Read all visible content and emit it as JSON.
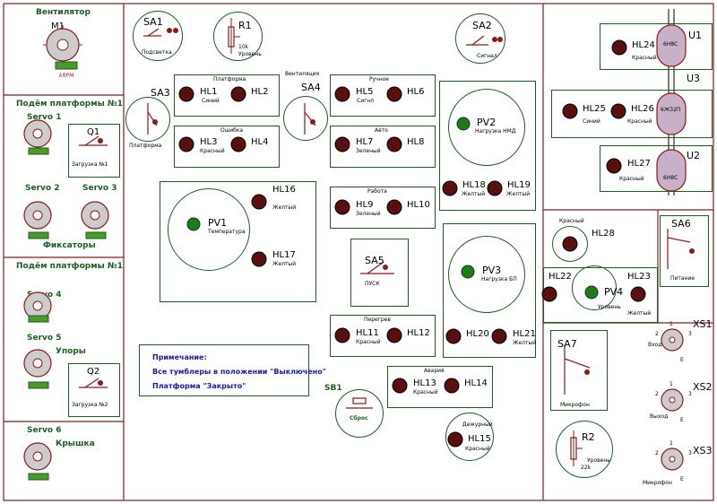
{
  "sections": {
    "fan": {
      "title": "Вентилятор",
      "motor": "M1",
      "motor_unit": "kRPM"
    },
    "platform1": {
      "title": "Подём платформы №1",
      "servo1": "Servo 1",
      "servo2": "Servo 2",
      "servo3": "Servo 3",
      "fixators": "Фиксаторы"
    },
    "platform2": {
      "title": "Подём платформы №1",
      "servo4": "Servo 4",
      "servo5": "Servo 5",
      "stops": "Упоры"
    },
    "lid": {
      "title": "Servo 6",
      "label": "Крышка"
    }
  },
  "switches": {
    "Q1": {
      "ref": "Q1",
      "label": "Загрузка №1"
    },
    "Q2": {
      "ref": "Q2",
      "label": "Загрузка №2"
    },
    "SA1": {
      "ref": "SA1",
      "label": "Подсветка"
    },
    "SA2": {
      "ref": "SA2",
      "label": "Сигнал"
    },
    "SA3": {
      "ref": "SA3",
      "label": "Платформа"
    },
    "SA4": {
      "ref": "SA4",
      "label": "Вентиляция"
    },
    "SA5": {
      "ref": "SA5",
      "label": "ПУСК"
    },
    "SA6": {
      "ref": "SA6",
      "label": "Питание"
    },
    "SA7": {
      "ref": "SA7",
      "label": "Микрофон"
    },
    "SB1": {
      "ref": "SB1",
      "label": "Сброс"
    }
  },
  "resistors": {
    "R1": {
      "ref": "R1",
      "value": "10k",
      "label": "Уровень"
    },
    "R2": {
      "ref": "R2",
      "value": "22k",
      "label": "Уровень"
    }
  },
  "groups": {
    "platform": "Платформа",
    "error": "Ошибка",
    "manual": "Ручное",
    "auto": "Авто",
    "work": "Работа",
    "overheat": "Перегрев",
    "alarm": "Авария",
    "duty": "Дежурный"
  },
  "leds": {
    "HL1": {
      "ref": "HL1",
      "color": "Синий"
    },
    "HL2": {
      "ref": "HL2"
    },
    "HL3": {
      "ref": "HL3",
      "color": "Красный"
    },
    "HL4": {
      "ref": "HL4"
    },
    "HL5": {
      "ref": "HL5",
      "color": "Сигнл"
    },
    "HL6": {
      "ref": "HL6"
    },
    "HL7": {
      "ref": "HL7",
      "color": "Зеленый"
    },
    "HL8": {
      "ref": "HL8"
    },
    "HL9": {
      "ref": "HL9",
      "color": "Зеленый"
    },
    "HL10": {
      "ref": "HL10"
    },
    "HL11": {
      "ref": "HL11",
      "color": "Красный"
    },
    "HL12": {
      "ref": "HL12"
    },
    "HL13": {
      "ref": "HL13",
      "color": "Красный"
    },
    "HL14": {
      "ref": "HL14"
    },
    "HL15": {
      "ref": "HL15",
      "color": "Красный"
    },
    "HL16": {
      "ref": "HL16",
      "color": "Желтый"
    },
    "HL17": {
      "ref": "HL17",
      "color": "Желтый"
    },
    "HL18": {
      "ref": "HL18",
      "color": "Желтый"
    },
    "HL19": {
      "ref": "HL19",
      "color": "Желтый"
    },
    "HL20": {
      "ref": "HL20"
    },
    "HL21": {
      "ref": "HL21",
      "color": "Желтый"
    },
    "HL22": {
      "ref": "HL22"
    },
    "HL23": {
      "ref": "HL23",
      "color": "Желтый"
    },
    "HL24": {
      "ref": "HL24",
      "color": "Красный"
    },
    "HL25": {
      "ref": "HL25",
      "color": "Синий"
    },
    "HL26": {
      "ref": "HL26",
      "color": "Красный"
    },
    "HL27": {
      "ref": "HL27",
      "color": "Красный"
    },
    "HL28": {
      "ref": "HL28",
      "color": "Красный"
    }
  },
  "meters": {
    "PV1": {
      "ref": "PV1",
      "label": "Температура"
    },
    "PV2": {
      "ref": "PV2",
      "label": "Нагрузка НМД"
    },
    "PV3": {
      "ref": "PV3",
      "label": "Нагрузка БП"
    },
    "PV4": {
      "ref": "PV4",
      "label": "Уровень"
    }
  },
  "tubes": {
    "U1": {
      "ref": "U1",
      "type": "6Н8С"
    },
    "U3": {
      "ref": "U3",
      "type": "6Ж32П"
    },
    "U2": {
      "ref": "U2",
      "type": "6Н8С"
    }
  },
  "connectors": {
    "XS1": {
      "ref": "XS1",
      "label": "Вход",
      "p1": "1",
      "p2": "2",
      "p3": "3",
      "pe": "E"
    },
    "XS2": {
      "ref": "XS2",
      "label": "Выход",
      "p1": "1",
      "p2": "2",
      "p3": "3",
      "pe": "E"
    },
    "XS3": {
      "ref": "XS3",
      "label": "Микрофон",
      "p1": "1",
      "p2": "2",
      "p3": "3",
      "pe": "E"
    }
  },
  "note": {
    "heading": "Примечание:",
    "line1": "Все тумблеры в положении \"Выключено\"",
    "line2": "Платформа \"Закрыто\""
  },
  "colors": {
    "line": "#8b1a1a",
    "frame": "#1b5e20",
    "led_fill": "#5a0f0f",
    "meter_fill": "#1f7a1f",
    "note_text": "#1a1aa8"
  }
}
